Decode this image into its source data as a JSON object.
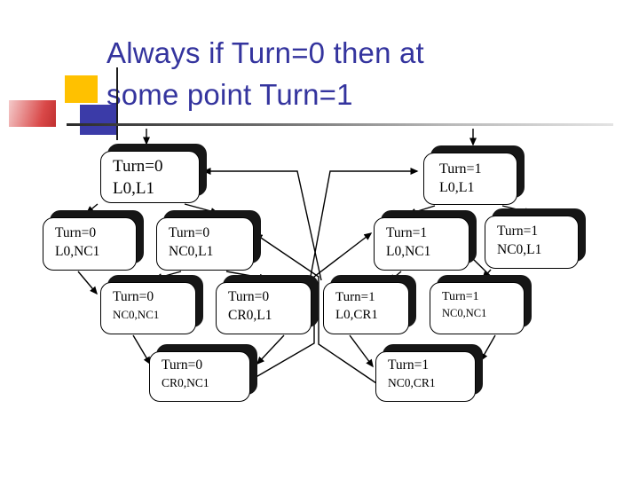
{
  "title": {
    "line1": "Always if Turn=0 then at",
    "line2": "some point Turn=1"
  },
  "colors": {
    "title_text": "#34349E",
    "decor_yellow": "#FFC100",
    "decor_red": "#D94848",
    "decor_blue": "#3B3BA8",
    "node_fill": "#FFFFFF",
    "node_border": "#000000",
    "node_shadow": "#161616"
  },
  "diagram": {
    "nodes": {
      "t0_l0_l1": {
        "line1": "Turn=0",
        "line2": "L0,L1"
      },
      "t1_l0_l1": {
        "line1": "Turn=1",
        "line2": "L0,L1"
      },
      "t0_l0_nc1": {
        "line1": "Turn=0",
        "line2": "L0,NC1"
      },
      "t0_nc0_l1": {
        "line1": "Turn=0",
        "line2": "NC0,L1"
      },
      "t1_l0_nc1": {
        "line1": "Turn=1",
        "line2": "L0,NC1"
      },
      "t1_nc0_l1": {
        "line1": "Turn=1",
        "line2": "NC0,L1"
      },
      "t0_nc0_nc1": {
        "line1": "Turn=0",
        "line2": "NC0,NC1"
      },
      "t0_cr0_l1": {
        "line1": "Turn=0",
        "line2": "CR0,L1"
      },
      "t1_l0_cr1": {
        "line1": "Turn=1",
        "line2": "L0,CR1"
      },
      "t1_nc0_nc1": {
        "line1": "Turn=1",
        "line2": "NC0,NC1"
      },
      "t0_cr0_nc1": {
        "line1": "Turn=0",
        "line2": "CR0,NC1"
      },
      "t1_nc0_cr1": {
        "line1": "Turn=1",
        "line2": "NC0,CR1"
      }
    }
  }
}
